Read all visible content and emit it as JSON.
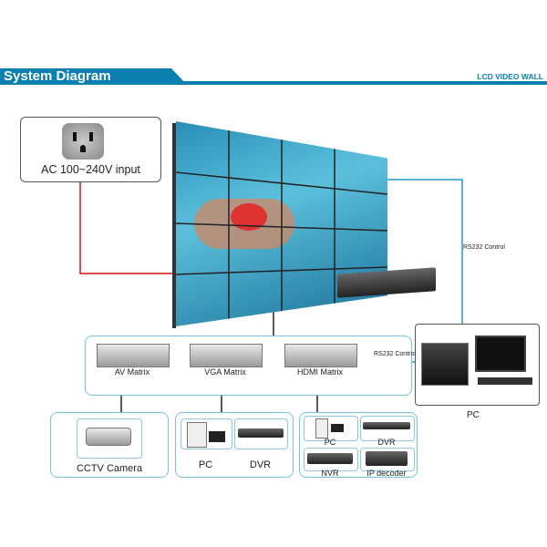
{
  "header": {
    "title": "System Diagram",
    "subtitle": "LCD VIDEO WALL",
    "color": "#0a7fb0"
  },
  "power": {
    "label": "AC 100~240V input",
    "icon": "power-outlet-icon"
  },
  "links": {
    "rs232_top": "RS232 Control",
    "rs232_mid": "RS232 Control"
  },
  "pc": {
    "label": "PC"
  },
  "matrix": [
    {
      "label": "AV Matrix"
    },
    {
      "label": "VGA Matrix"
    },
    {
      "label": "HDMI Matrix"
    }
  ],
  "sources": {
    "cctv": {
      "label": "CCTV Camera"
    },
    "group1": [
      {
        "label": "PC"
      },
      {
        "label": "DVR"
      }
    ],
    "group2": [
      {
        "label": "PC"
      },
      {
        "label": "DVR"
      },
      {
        "label": "NVR"
      },
      {
        "label": "IP decoder"
      }
    ]
  },
  "colors": {
    "power_line": "#d01010",
    "signal_line": "#3aa3d3",
    "control_line": "#1e9bd0"
  }
}
